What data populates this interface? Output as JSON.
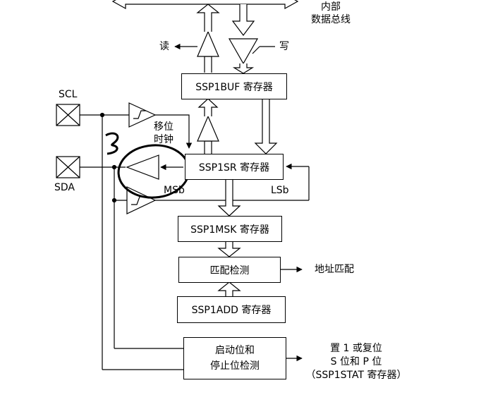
{
  "bus": {
    "line1": "内部",
    "line2": "数据总线"
  },
  "read_label": "读",
  "write_label": "写",
  "boxes": {
    "ssp1buf": "SSP1BUF 寄存器",
    "ssp1sr": "SSP1SR 寄存器",
    "ssp1msk": "SSP1MSK 寄存器",
    "match": "匹配检测",
    "ssp1add": "SSP1ADD 寄存器",
    "start_stop_line1": "启动位和",
    "start_stop_line2": "停止位检测"
  },
  "pins": {
    "scl": "SCL",
    "sda": "SDA"
  },
  "shift_clock": {
    "line1": "移位",
    "line2": "时钟"
  },
  "msb": "MSb",
  "lsb": "LSb",
  "address_match": "地址匹配",
  "status": {
    "line1": "置 1 或复位",
    "line2": "S 位和 P 位",
    "line3": "（SSP1STAT 寄存器）"
  },
  "handwritten_mark": "3"
}
